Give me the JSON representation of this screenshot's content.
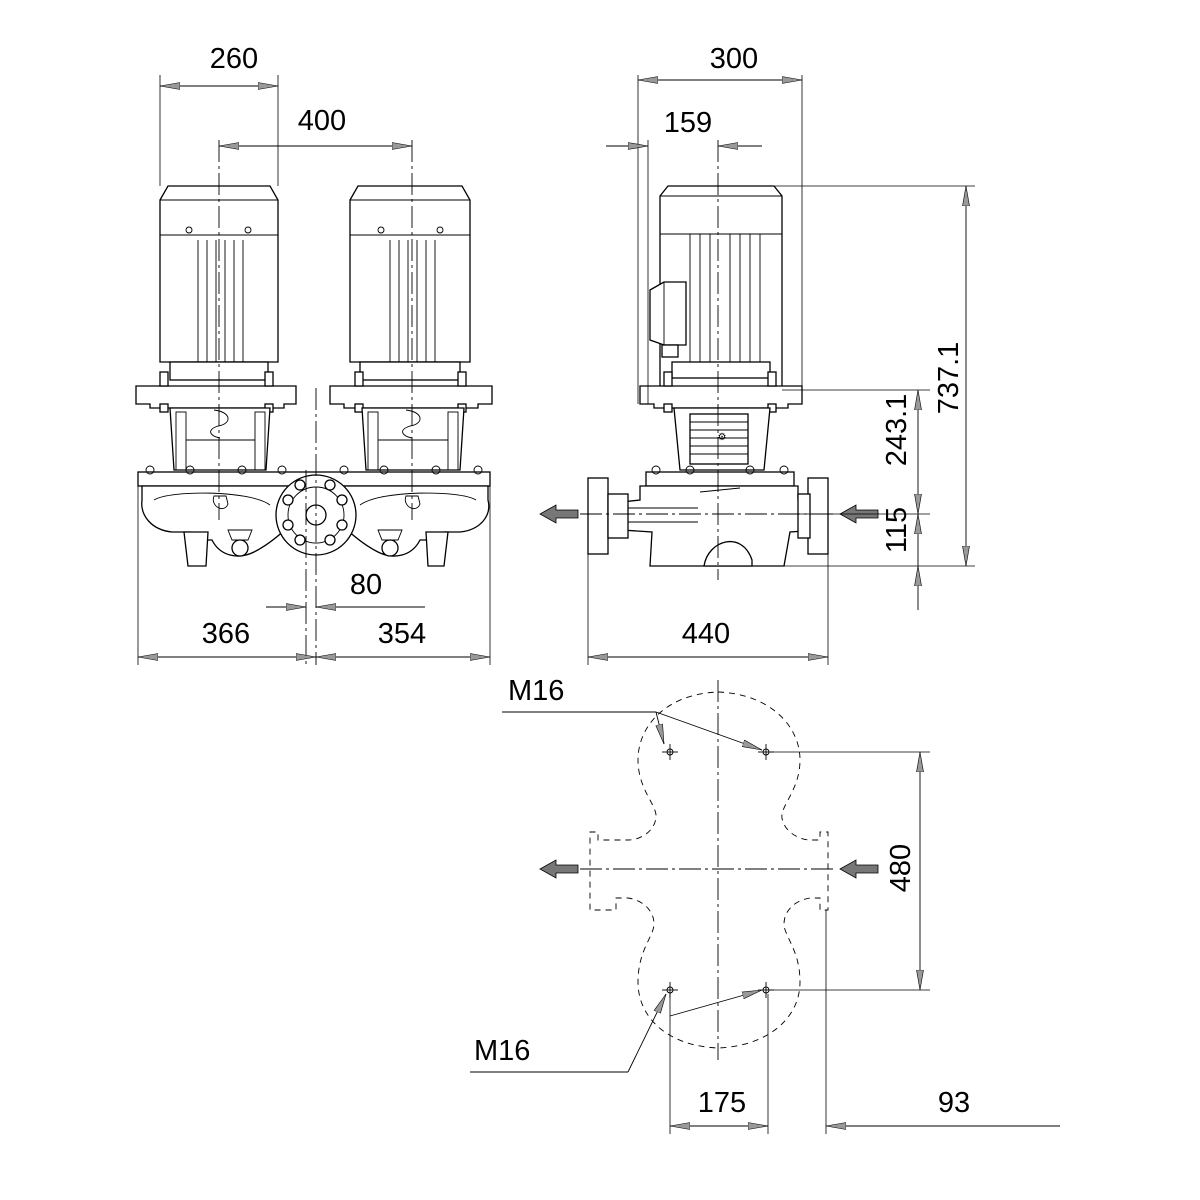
{
  "dimensions": {
    "front_motor_width": "260",
    "front_center_distance": "400",
    "front_left_to_port": "366",
    "front_port_to_right": "354",
    "front_port_offset": "80",
    "side_motor_width": "300",
    "side_offset": "159",
    "side_total_height": "737.1",
    "side_motor_height": "243.1",
    "side_port_height": "115",
    "side_port_to_port": "440",
    "plan_bolt_spacing": "480",
    "plan_bolt_width": "175",
    "plan_port_offset": "93"
  },
  "callouts": {
    "thread_top": "M16",
    "thread_bottom": "M16"
  }
}
